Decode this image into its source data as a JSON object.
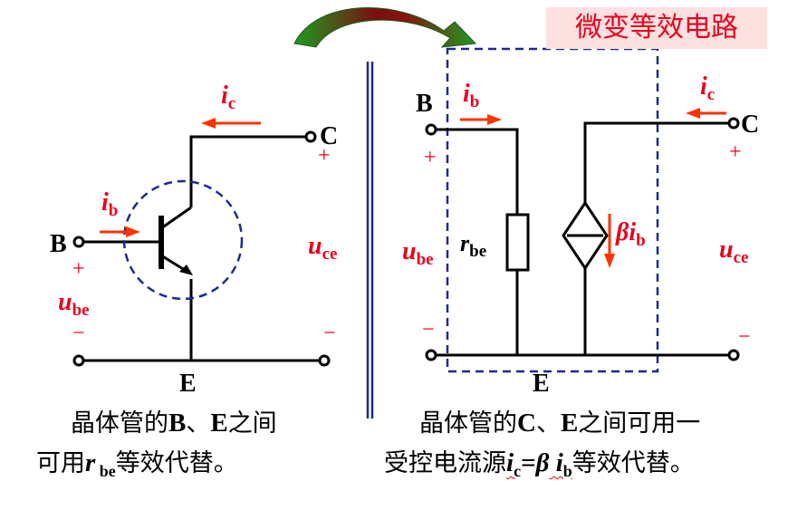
{
  "title": "微变等效电路",
  "left_circuit": {
    "node_b": "B",
    "node_c": "C",
    "node_e": "E",
    "plus_b": "+",
    "plus_c": "+",
    "minus_b": "−",
    "minus_c": "−",
    "ib_base": "i",
    "ib_sub": "b",
    "ic_base": "i",
    "ic_sub": "c",
    "ube_base": "u",
    "ube_sub": "be",
    "uce_base": "u",
    "uce_sub": "ce",
    "note_line1_pre": "晶体管的",
    "note_line1_b": "B",
    "note_line1_sep": "、",
    "note_line1_e": "E",
    "note_line1_post": "之间",
    "note_line2_pre": "可用",
    "note_line2_r": "r",
    "note_line2_sub": " be",
    "note_line2_post": "等效代替。"
  },
  "right_circuit": {
    "node_b": "B",
    "node_c": "C",
    "node_e": "E",
    "plus_b": "+",
    "plus_c": "+",
    "minus_b": "−",
    "minus_c": "−",
    "ib_base": "i",
    "ib_sub": "b",
    "ic_base": "i",
    "ic_sub": "c",
    "ube_base": "u",
    "ube_sub": "be",
    "uce_base": "u",
    "uce_sub": "ce",
    "rbe_base": "r",
    "rbe_sub": "be",
    "beta_symbol": "β",
    "beta_i": "i",
    "beta_sub": "b",
    "note_line1_pre": "晶体管的",
    "note_line1_c": "C",
    "note_line1_sep": "、",
    "note_line1_e": "E",
    "note_line1_post": "之间可用一",
    "note_line2_pre": "受控电流源",
    "note_line2_i": "i",
    "note_line2_isub": "c",
    "note_line2_eq": "=",
    "note_line2_beta": "β",
    "note_line2_i2": " i",
    "note_line2_i2sub": "b",
    "note_line2_post": "等效代替。"
  },
  "colors": {
    "wire": "#000000",
    "current_arrow": "#ff3300",
    "label_red": "#e8001c",
    "dashed_outline": "#1f2a8a",
    "curved_arrow_dark": "#7a0f0f",
    "curved_arrow_light": "#1f9a20",
    "divider": "#1f2a8a",
    "title_bg": "#fde0e0"
  }
}
